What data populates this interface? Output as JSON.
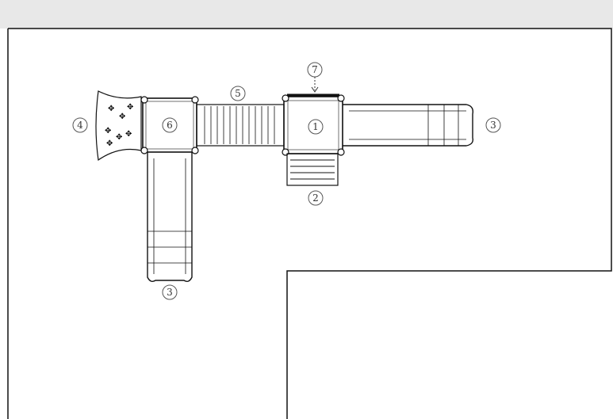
{
  "diagram": {
    "colors": {
      "line": "#111111",
      "callout": "#555555",
      "header": "#e8e8e8",
      "background": "#ffffff"
    },
    "callouts": {
      "deck_main": "1",
      "stairs": "2",
      "slide_right": "3",
      "slide_bottom": "3",
      "climbing_wall": "4",
      "bridge": "5",
      "deck_left": "6",
      "top_entry": "7"
    }
  }
}
